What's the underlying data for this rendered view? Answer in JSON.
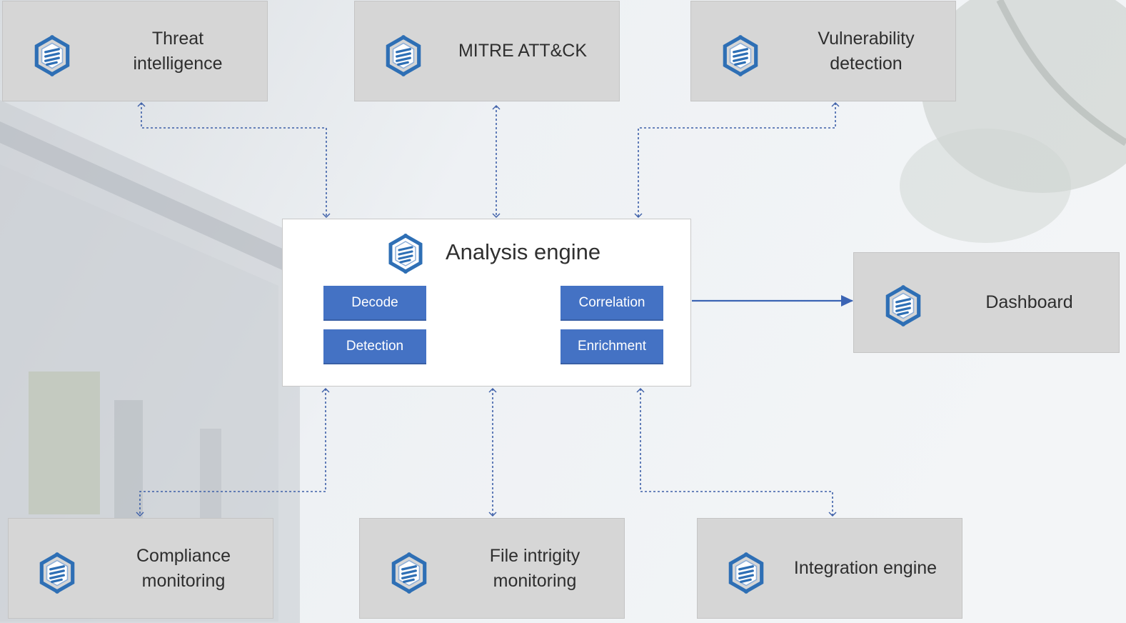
{
  "colors": {
    "accent": "#4472c4",
    "icon": "#2e6fb5",
    "module_bg": "#d6d6d6",
    "connector": "#3d5fa8"
  },
  "icons": {
    "module_logo": "hexagon-stack-icon"
  },
  "engine": {
    "title": "Analysis engine",
    "components": [
      "Decode",
      "Correlation",
      "Detection",
      "Enrichment"
    ]
  },
  "modules": {
    "threat_intelligence": "Threat\nintelligence",
    "mitre": "MITRE ATT&CK",
    "vulnerability_detection": "Vulnerability\ndetection",
    "dashboard": "Dashboard",
    "compliance_monitoring": "Compliance\nmonitoring",
    "file_integrity_monitoring": "File intrigity\nmonitoring",
    "integration_engine": "Integration engine"
  }
}
